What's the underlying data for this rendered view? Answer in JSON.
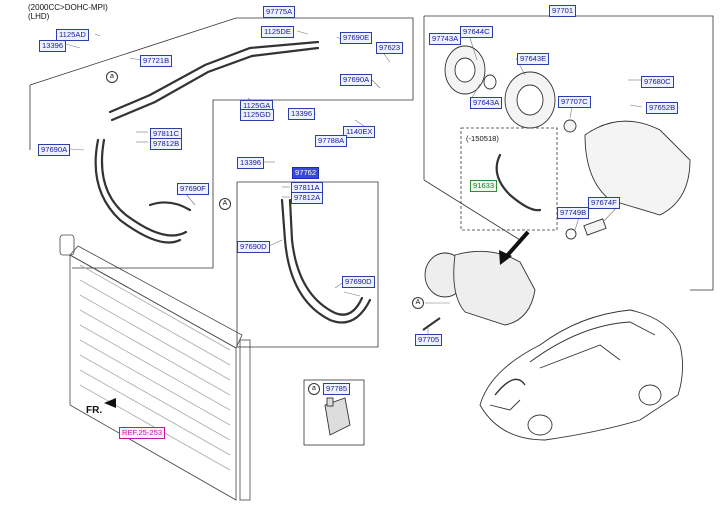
{
  "header": {
    "line1": "(2000CC>DOHC-MPI)",
    "line2": "(LHD)"
  },
  "labels": {
    "p97775A": "97775A",
    "p97701": "97701",
    "p1125AD": "1125AD",
    "p13396a": "13396",
    "p1125DE": "1125DE",
    "p97690E": "97690E",
    "p97743A": "97743A",
    "p97644C": "97644C",
    "p97721B": "97721B",
    "p97623": "97623",
    "p97643E": "97643E",
    "p97690A_top": "97690A",
    "p97680C": "97680C",
    "p97643A": "97643A",
    "p97707C": "97707C",
    "p97652B": "97652B",
    "p1125GA": "1125GA",
    "p1125GD": "1125GD",
    "p13396b": "13396",
    "p1140EX": "1140EX",
    "p97788A": "97788A",
    "p97811C": "97811C",
    "p97812B": "97812B",
    "p97690A_left": "97690A",
    "p13396c": "13396",
    "p97762": "97762",
    "p97811A": "97811A",
    "p97812A": "97812A",
    "p97690F": "97690F",
    "p91633": "91633",
    "p97674F": "97674F",
    "p97749B": "97749B",
    "p97690D_left": "97690D",
    "p97690D_right": "97690D",
    "p97705": "97705",
    "p97785": "97785",
    "ref": "REF.25-253"
  },
  "notes": {
    "date_range": "(-150518)",
    "fr": "FR.",
    "circle_a": "a",
    "circle_A": "A"
  }
}
